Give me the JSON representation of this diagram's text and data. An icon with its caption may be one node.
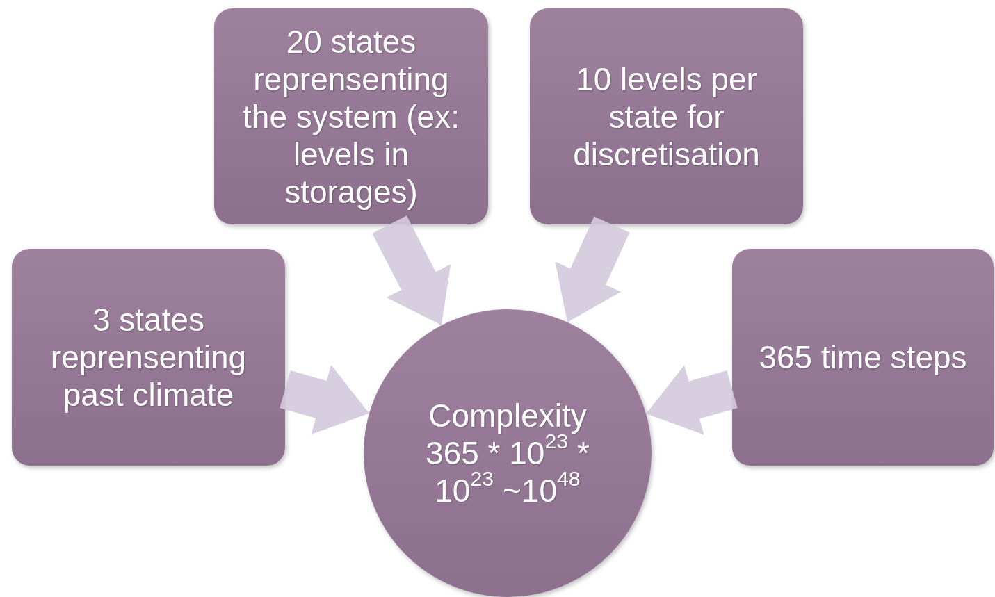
{
  "diagram": {
    "nodes": [
      {
        "text": [
          "20 states reprensenting the system (ex: levels in storages)"
        ]
      },
      {
        "text": [
          "10 levels per state for discretisation"
        ]
      },
      {
        "text": [
          "3 states reprensenting past climate"
        ]
      },
      {
        "text": [
          "Complexity 365 * 10$^{23}$ * 10$^{23}$ ~10$^{48}$"
        ]
      },
      {
        "text": [
          "365 time steps"
        ]
      }
    ],
    "edges": [
      {
        "from": 0,
        "to": 3,
        "arrow": "to"
      },
      {
        "from": 1,
        "to": 3,
        "arrow": "to"
      },
      {
        "from": 2,
        "to": 3,
        "arrow": "to"
      },
      {
        "from": 4,
        "to": 3,
        "arrow": "to"
      }
    ]
  }
}
